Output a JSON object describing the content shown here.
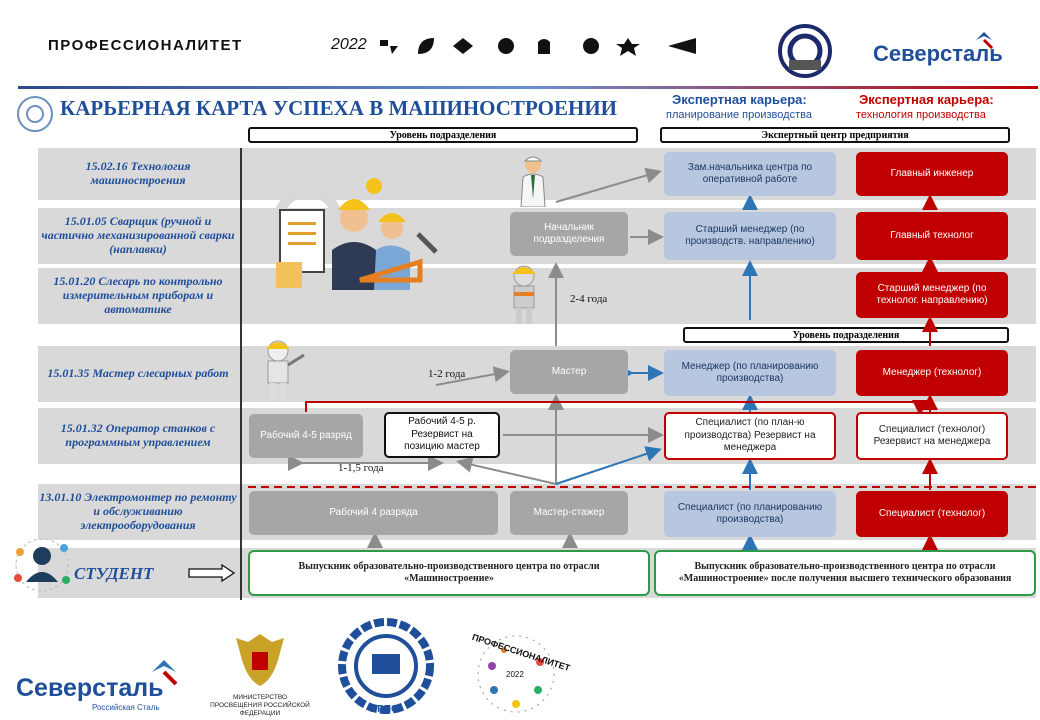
{
  "header": {
    "brand": "ПРОФЕССИОНАЛИТЕТ",
    "year": "2022",
    "right_logo": "Северсталь"
  },
  "title": "КАРЬЕРНАЯ КАРТА УСПЕХА В МАШИНОСТРОЕНИИ",
  "career_planning": {
    "title": "Экспертная карьера:",
    "subtitle": "планирование производства",
    "color": "#1f4e9a"
  },
  "career_tech": {
    "title": "Экспертная карьера:",
    "subtitle": "технология производства",
    "color": "#c00000"
  },
  "headers": {
    "unit_level": "Уровень подразделения",
    "expert_center": "Экспертный центр предприятия",
    "unit_level2": "Уровень подразделения"
  },
  "rows": [
    {
      "label": "15.02.16 Технология машиностроения"
    },
    {
      "label": "15.01.05 Сварщик (ручной и частично механизированной сварки (наплавки)"
    },
    {
      "label": "15.01.20 Слесарь по контрольно измерительным приборам и автоматике"
    },
    {
      "label": "15.01.35 Мастер слесарных работ"
    },
    {
      "label": "15.01.32 Оператор станков с программным управлением"
    },
    {
      "label": "13.01.10 Электромонтер по ремонту и обслуживанию электрооборудования"
    }
  ],
  "student": "СТУДЕНТ",
  "boxes": {
    "deputy": "Зам.начальника центра по оперативной работе",
    "chief_engineer": "Главный инженер",
    "unit_head": "Начальник подразделения",
    "senior_mgr_prod": "Старший менеджер (по производств. направлению)",
    "chief_tech": "Главный технолог",
    "senior_mgr_tech": "Старший менеджер (по технолог. направлению)",
    "master": "Мастер",
    "manager_plan": "Менеджер (по планированию производства)",
    "manager_tech": "Менеджер (технолог)",
    "worker45": "Рабочий 4-5 разряд",
    "worker45_reserve": "Рабочий 4-5 р. Резервист на позицию мастер",
    "spec_plan_reserve": "Специалист (по план-ю производства) Резервист на менеджера",
    "spec_tech_reserve": "Специалист (технолог) Резервист на менеджера",
    "worker4": "Рабочий 4 разряда",
    "master_trainee": "Мастер-стажер",
    "spec_plan": "Специалист (по планированию производства)",
    "spec_tech": "Специалист (технолог)",
    "grad1": "Выпускник образовательно-производственного центра по отрасли «Машиностроение»",
    "grad2": "Выпускник образовательно-производственного центра по отрасли «Машиностроение» после получения высшего технического образования"
  },
  "durations": {
    "d1": "2-4 года",
    "d2": "1-2 года",
    "d3": "1-1,5 года"
  },
  "footer": {
    "severstal": "Северсталь",
    "severstal_sub": "Российская Сталь",
    "ministry": "МИНИСТЕРСТВО ПРОСВЕЩЕНИЯ РОССИЙСКОЙ ФЕДЕРАЦИИ",
    "irpo": "ИРПО",
    "prof": "ПРОФЕССИОНАЛИТЕТ",
    "prof_year": "2022"
  }
}
